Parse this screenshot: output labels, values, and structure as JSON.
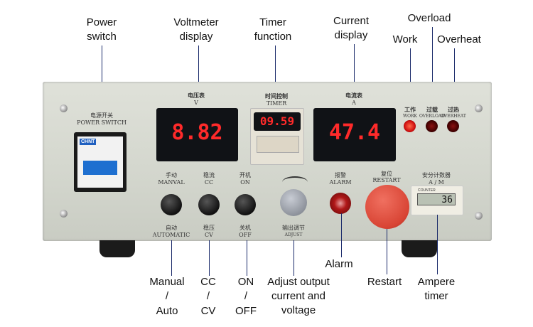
{
  "annotations": {
    "power_switch": "Power switch",
    "voltmeter": "Voltmeter display",
    "timer": "Timer function",
    "current": "Current display",
    "work": "Work",
    "overload": "Overload",
    "overheat": "Overheat",
    "manual": "Manual",
    "slash1": "/",
    "auto": "Auto",
    "cc": "CC",
    "slash2": "/",
    "cv": "CV",
    "on": "ON",
    "slash3": "/",
    "off": "OFF",
    "adjust": "Adjust output current and voltage",
    "alarm": "Alarm",
    "restart": "Restart",
    "ampere_timer": "Ampere timer"
  },
  "panel": {
    "power_cn": "电源开关",
    "power_en": "POWER SWITCH",
    "volt_cn": "电压表",
    "volt_en": "V",
    "volt_value": "8.82",
    "timer_cn": "时间控制",
    "timer_en": "TIMER",
    "timer_value": "09.59",
    "amp_cn": "电流表",
    "amp_en": "A",
    "amp_value": "47.4",
    "work_cn": "工作",
    "work_en": "WORK",
    "overload_cn": "过载",
    "overload_en": "OVERLOAD",
    "overheat_cn": "过热",
    "overheat_en": "OVERHEAT",
    "manual_cn": "手动",
    "manual_en": "MANVAL",
    "auto_cn": "自动",
    "auto_en": "AUTOMATIC",
    "cc_cn": "稳流",
    "cc_en": "CC",
    "cv_cn": "稳压",
    "cv_en": "CV",
    "on_cn": "开机",
    "on_en": "ON",
    "off_cn": "关机",
    "off_en": "OFF",
    "adjust_cn": "输出调节",
    "adjust_en": "ADJUST",
    "alarm_cn": "报警",
    "alarm_en": "ALARM",
    "restart_cn": "复位",
    "restart_en": "RESTART",
    "counter_cn": "安分计数器",
    "counter_en": "A / M",
    "counter_label": "COUNTER",
    "counter_value": "36",
    "breaker_brand": "CHNT"
  }
}
